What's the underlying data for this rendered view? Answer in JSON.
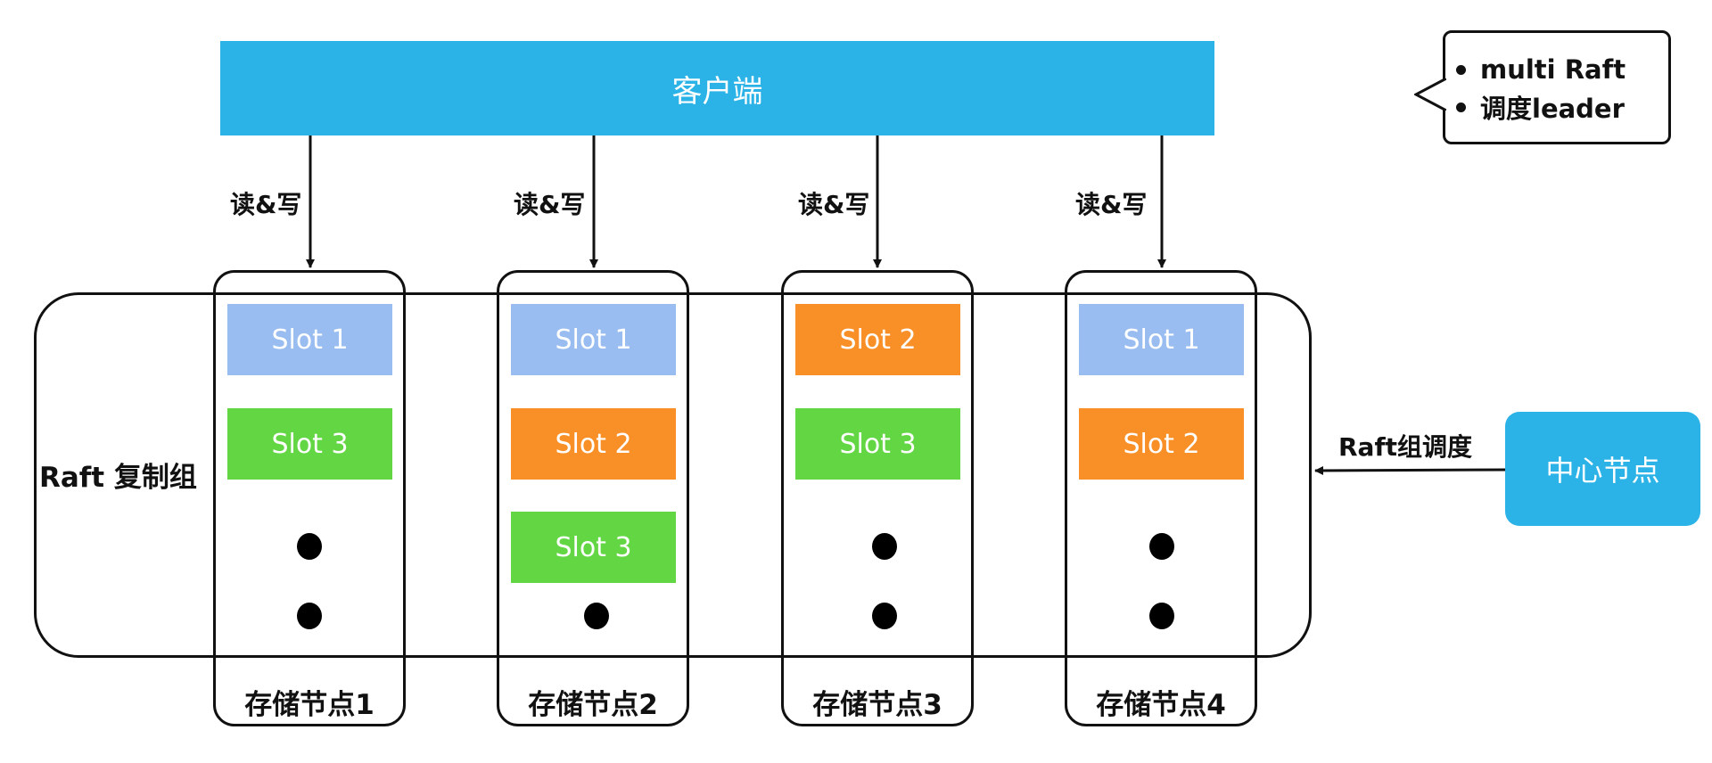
{
  "client": {
    "label": "客户端"
  },
  "callout": {
    "items": [
      "multi Raft",
      "调度leader"
    ]
  },
  "read_write_label": "读&写",
  "raft_group": {
    "label": "Raft 复制组"
  },
  "storage_nodes": [
    {
      "label": "存储节点1",
      "slots": [
        "Slot 1",
        "Slot 3"
      ]
    },
    {
      "label": "存储节点2",
      "slots": [
        "Slot 1",
        "Slot 2",
        "Slot 3"
      ]
    },
    {
      "label": "存储节点3",
      "slots": [
        "Slot 2",
        "Slot 3"
      ]
    },
    {
      "label": "存储节点4",
      "slots": [
        "Slot 1",
        "Slot 2"
      ]
    }
  ],
  "center_node": {
    "label": "中心节点"
  },
  "schedule_label": "Raft组调度",
  "colors": {
    "client": "#2bb3e7",
    "slot_1": "#99bdf0",
    "slot_2": "#f98f27",
    "slot_3": "#63d644",
    "center_node": "#2bb3e7"
  }
}
